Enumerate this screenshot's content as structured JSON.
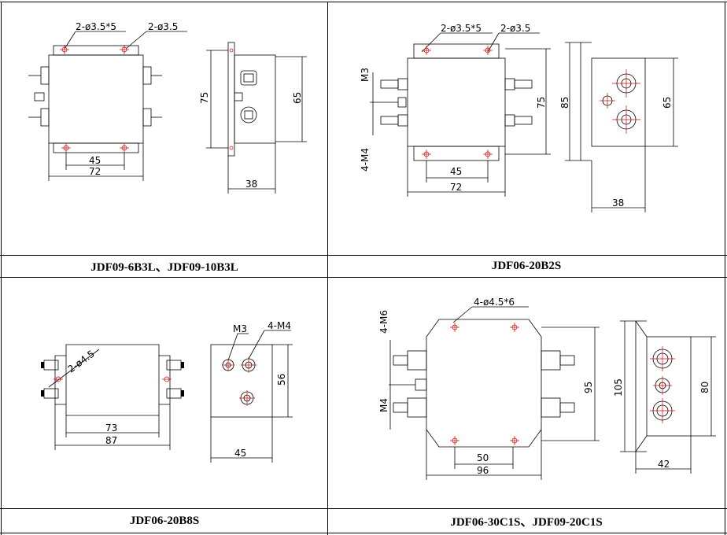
{
  "panels": [
    {
      "id": "jdf09",
      "caption": "JDF09-6B3L、JDF09-10B3L",
      "dims": {
        "holes_a": "2-ø3.5*5",
        "holes_b": "2-ø3.5",
        "h75": "75",
        "h65": "65",
        "w45": "45",
        "w72": "72",
        "d38": "38"
      }
    },
    {
      "id": "jdf06-20b2s",
      "caption": "JDF06-20B2S",
      "dims": {
        "holes_a": "2-ø3.5*5",
        "holes_b": "2-ø3.5",
        "m3": "M3",
        "m4": "4-M4",
        "h75": "75",
        "h85": "85",
        "h65": "65",
        "w45": "45",
        "w72": "72",
        "d38": "38"
      }
    },
    {
      "id": "jdf06-20b8s",
      "caption": "JDF06-20B8S",
      "dims": {
        "holes": "2-ø4.5",
        "w73": "73",
        "w87": "87",
        "m3": "M3",
        "m4": "4-M4",
        "h56": "56",
        "d45": "45"
      }
    },
    {
      "id": "jdf06-30c1s",
      "caption": "JDF06-30C1S、JDF09-20C1S",
      "dims": {
        "holes": "4-ø4.5*6",
        "m6": "4-M6",
        "m4": "M4",
        "h95": "95",
        "h105": "105",
        "h80": "80",
        "w50": "50",
        "w96": "96",
        "d42": "42"
      }
    }
  ]
}
